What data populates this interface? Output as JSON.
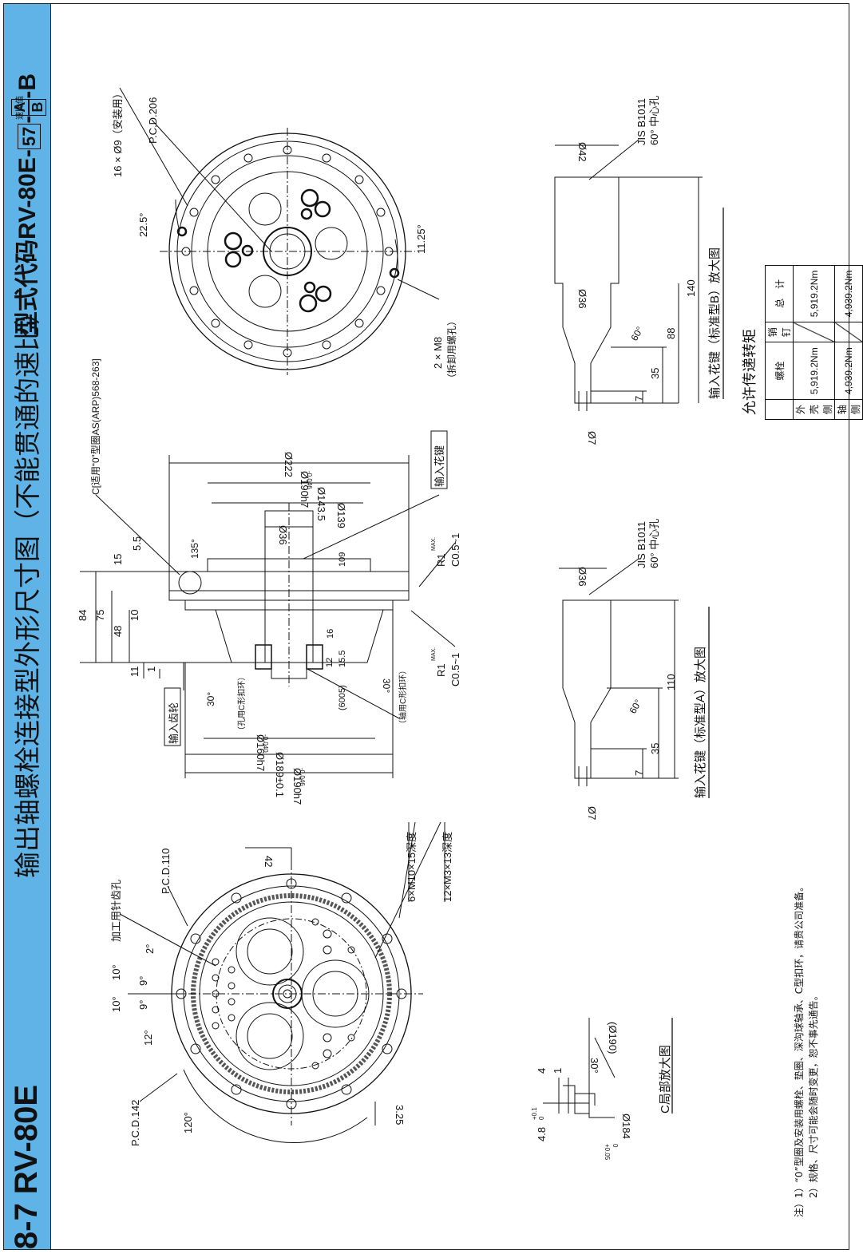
{
  "header": {
    "section": "8-7 RV-80E",
    "title": "输出轴螺栓连接型外形尺寸图（不能贯通的速比）",
    "model_prefix": "型式代码RV-80E-",
    "ratio_label": "速比值",
    "ratio_value": "57",
    "suffix_dash": "-",
    "variant_a": "A",
    "variant_b": "B",
    "model_suffix": "-B"
  },
  "front_view": {
    "pcd_outer": "P.C.D.142",
    "pcd_inner": "P.C.D.110",
    "machining_hole": "加工用针齿孔",
    "angle_120": "120°",
    "angle_2": "2°",
    "angle_10a": "10°",
    "angle_10b": "10°",
    "angle_9a": "9°",
    "angle_9b": "9°",
    "angle_12": "12°",
    "dim_42": "42",
    "dim_325": "3.25",
    "tap_m10": "6×M10×15深度",
    "tap_m3": "12×M3×13深度"
  },
  "detail_c": {
    "title": "C局部放大图",
    "dia_190": "(Ø190)",
    "angle_30": "30°",
    "dim_4": "4",
    "dim_1": "1",
    "dim_48": "4.8",
    "tol_48_top": "+0.1",
    "tol_48_bot": "0",
    "dia_184": "Ø184",
    "tol_184_top": "+0.05",
    "tol_184_bot": "0"
  },
  "side_view": {
    "c_note": "C[适用“0”型圈AS(ARP)568-263]",
    "input_spline": "输入花键",
    "input_gear": "输入齿轮",
    "dim_84": "84",
    "dim_75": "75",
    "dim_48": "48",
    "dim_15": "15",
    "dim_55": "5.5",
    "dim_10": "10",
    "dim_11": "11",
    "dim_1": "1",
    "angle_135": "135°",
    "angle_30a": "30°",
    "angle_30b": "30°",
    "dia_222": "Ø222",
    "dia_190top": "Ø190h7",
    "dia_190top_tol": "-0.046",
    "dia_1435": "Ø143.5",
    "dia_139": "Ø139",
    "dia_36": "Ø36",
    "dia_160": "Ø160h7",
    "dia_160_tol": "-0.040",
    "dia_189": "Ø189±0.1",
    "dia_190bot": "Ø190h7",
    "dia_190bot_tol": "-0.046",
    "dim_109": "109",
    "dim_16": "16",
    "dim_12": "12",
    "dim_155": "15.5",
    "bearing": "(6005)",
    "c_ring_hole": "（孔用C形扣环）",
    "c_ring_shaft": "（轴用C形扣环）",
    "r1_top": "R1",
    "max_top": "MAX.",
    "c05_top": "C0.5~1",
    "r1_bot": "R1",
    "max_bot": "MAX.",
    "c05_bot": "C0.5~1"
  },
  "back_view": {
    "pcd": "P.C.D.206",
    "holes": "16 × Ø9（安装用）",
    "angle_225": "22.5°",
    "angle_1125": "11.25°",
    "m8": "2 × M8",
    "m8_note": "（拆卸用螺孔）"
  },
  "spline_a": {
    "title": "输入花键（标准型A）放大图",
    "dia_36": "Ø36",
    "center_hole": "JIS B1011",
    "center_hole2": "60° 中心孔",
    "dim_110": "110",
    "dim_35": "35",
    "dim_7": "7",
    "dia_7": "Ø7",
    "angle_60": "60°"
  },
  "spline_b": {
    "title": "输入花键（标准型B）放大图",
    "dia_42": "Ø42",
    "dia_36": "Ø36",
    "center_hole": "JIS B1011",
    "center_hole2": "60° 中心孔",
    "dim_140": "140",
    "dim_88": "88",
    "dim_35": "35",
    "dim_7": "7",
    "dia_7": "Ø7",
    "angle_60": "60°"
  },
  "torque": {
    "title": "允许传递转矩",
    "headers": [
      "",
      "螺栓",
      "销钉",
      "总　计"
    ],
    "rows": [
      {
        "label": "外壳侧",
        "bolt": "5,919.2Nm",
        "total": "5,919.2Nm"
      },
      {
        "label": "轴侧",
        "bolt": "4,939.2Nm",
        "total": "4,939.2Nm"
      }
    ]
  },
  "notes": {
    "line1": "注）1）“0”型圈及安装用螺栓、垫圈、深沟球轴承、C型扣环，请贵公司准备。",
    "line2": "　　2）规格、尺寸可能会随时变更，恕不事先通告。"
  }
}
